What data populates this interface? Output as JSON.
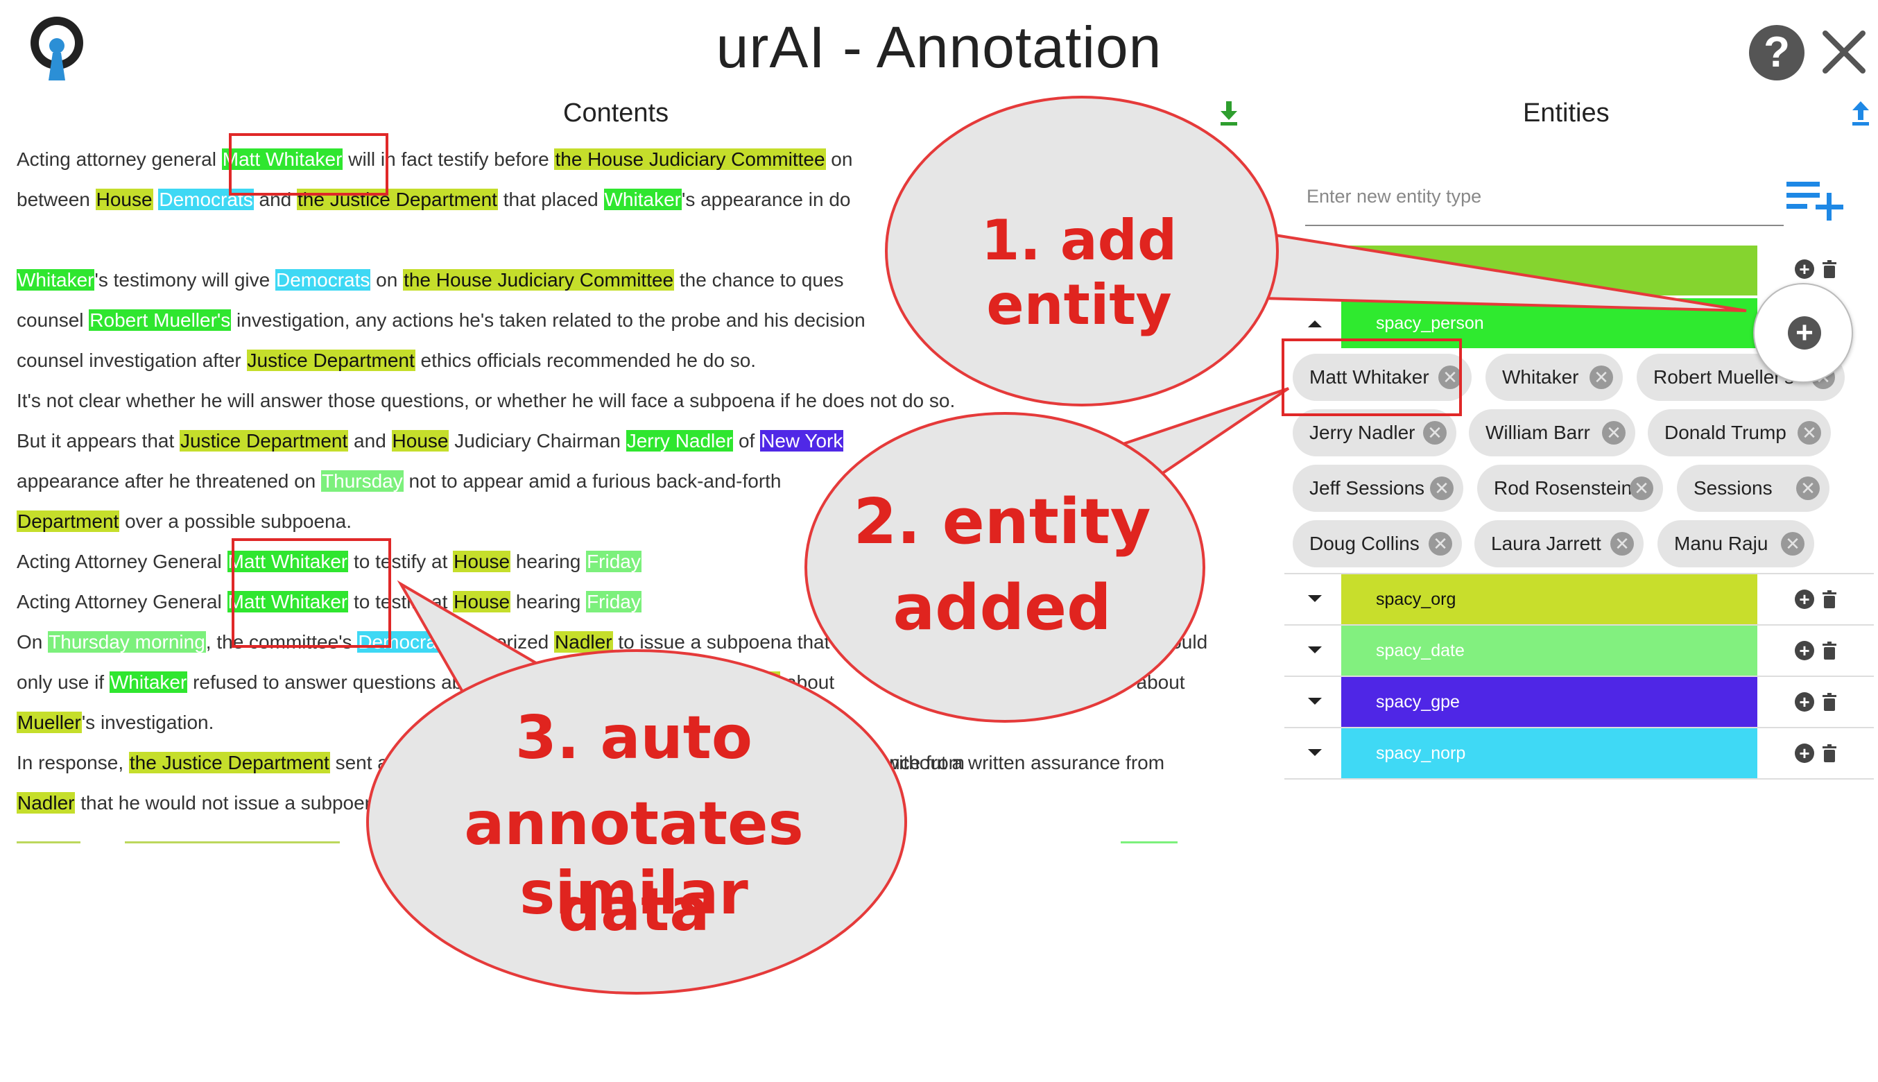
{
  "header": {
    "title": "urAI - Annotation"
  },
  "panels": {
    "contents_title": "Contents",
    "entities_title": "Entities"
  },
  "entity_input": {
    "placeholder": "Enter new entity type",
    "value": ""
  },
  "document": {
    "lines": [
      [
        [
          "Acting attorney general ",
          null
        ],
        [
          "Matt Whitaker",
          "per"
        ],
        [
          " will in fact testify before ",
          null
        ],
        [
          "the House Judiciary Committee",
          "org"
        ],
        [
          " on ",
          null
        ]
      ],
      [
        [
          "between ",
          null
        ],
        [
          "House",
          "org"
        ],
        [
          " ",
          null
        ],
        [
          "Democrats",
          "norp"
        ],
        [
          " and ",
          null
        ],
        [
          "the Justice Department",
          "org"
        ],
        [
          " that placed ",
          null
        ],
        [
          "Whitaker",
          "per"
        ],
        [
          "'s appearance in do",
          null
        ]
      ],
      [],
      [
        [
          "Whitaker",
          "per"
        ],
        [
          "'s testimony will give ",
          null
        ],
        [
          "Democrats",
          "norp"
        ],
        [
          " on ",
          null
        ],
        [
          "the House Judiciary Committee",
          "org"
        ],
        [
          " the chance to ques",
          null
        ]
      ],
      [
        [
          "counsel ",
          null
        ],
        [
          "Robert Mueller's",
          "per"
        ],
        [
          " investigation, any actions he's taken related to the probe and his decision",
          null
        ]
      ],
      [
        [
          "counsel investigation after ",
          null
        ],
        [
          "Justice Department",
          "org"
        ],
        [
          " ethics officials recommended he do so.",
          null
        ]
      ],
      [
        [
          "It's not clear whether he will answer those questions, or whether he will face a subpoena if he does not do so.",
          null
        ]
      ],
      [
        [
          "But it appears that ",
          null
        ],
        [
          "Justice Department",
          "org"
        ],
        [
          " and ",
          null
        ],
        [
          "House",
          "org"
        ],
        [
          " Judiciary Chairman ",
          null
        ],
        [
          "Jerry Nadler",
          "per"
        ],
        [
          " of ",
          null
        ],
        [
          "New York",
          "gpe"
        ]
      ],
      [
        [
          "appearance after he threatened on ",
          null
        ],
        [
          "Thursday",
          "date"
        ],
        [
          " not to appear amid a furious back-and-forth",
          null
        ]
      ],
      [
        [
          "Department",
          "org"
        ],
        [
          " over a possible subpoena.",
          null
        ]
      ],
      [
        [
          "Acting Attorney General ",
          null
        ],
        [
          "Matt Whitaker",
          "per"
        ],
        [
          " to testify at ",
          null
        ],
        [
          "House",
          "org"
        ],
        [
          " hearing ",
          null
        ],
        [
          "Friday",
          "date"
        ]
      ],
      [
        [
          "Acting Attorney General ",
          null
        ],
        [
          "Matt Whitaker",
          "per"
        ],
        [
          " to testify at ",
          null
        ],
        [
          "House",
          "org"
        ],
        [
          " hearing ",
          null
        ],
        [
          "Friday",
          "date"
        ]
      ],
      [
        [
          "On ",
          null
        ],
        [
          "Thursday morning",
          "date"
        ],
        [
          ", the committee's ",
          null
        ],
        [
          "Democrats",
          "norp"
        ],
        [
          " authorized ",
          null
        ],
        [
          "Nadler",
          "org"
        ],
        [
          " to issue a subpoena that he said he would",
          null
        ]
      ],
      [
        [
          "only use if ",
          null
        ],
        [
          "Whitaker",
          "per"
        ],
        [
          " refused to answer questions about his conversations with the ",
          null
        ],
        [
          "House",
          "org"
        ],
        [
          " about",
          null
        ]
      ],
      [
        [
          "Mueller",
          "org"
        ],
        [
          "'s investigation.",
          null
        ]
      ],
      [
        [
          "In response, ",
          null
        ],
        [
          "the Justice Department",
          "org"
        ],
        [
          " sent a letter saying he would not appear without a written assurance from",
          null
        ]
      ],
      [
        [
          "Nadler",
          "org"
        ],
        [
          " that he would not issue a subpoena.",
          null
        ]
      ]
    ],
    "right_fragments": [
      {
        "line": 0,
        "text": ""
      },
      {
        "line": 12,
        "text": "would"
      },
      {
        "line": 13,
        "text": "ouse about"
      },
      {
        "line": 15,
        "text": "without a written assurance from"
      }
    ]
  },
  "entity_types": [
    {
      "label": "",
      "color": "#85d42f",
      "expanded": false
    },
    {
      "label": "spacy_person",
      "color": "#2fea2f",
      "expanded": true,
      "chips": [
        "Matt Whitaker",
        "Whitaker",
        "Robert Mueller's",
        "Jerry Nadler",
        "William Barr",
        "Donald Trump",
        "Jeff Sessions",
        "Rod Rosenstein",
        "Sessions",
        "Doug Collins",
        "Laura Jarrett",
        "Manu Raju"
      ]
    },
    {
      "label": "spacy_org",
      "color": "#c8de2c",
      "expanded": false
    },
    {
      "label": "spacy_date",
      "color": "#82f07f",
      "expanded": false
    },
    {
      "label": "spacy_gpe",
      "color": "#4f26e6",
      "expanded": false
    },
    {
      "label": "spacy_norp",
      "color": "#3fd9f5",
      "expanded": false
    }
  ],
  "annotations": {
    "step1": "1. add entity",
    "step2_line1": "2. entity",
    "step2_line2": "added",
    "step3_line1": "3. auto",
    "step3_line2": "annotates similar",
    "step3_line3": "data"
  },
  "colors": {
    "accent_blue": "#1e88e5",
    "accent_green": "#2e9e2e",
    "annotation_red": "#e0241f"
  },
  "icons": [
    "logo-icon",
    "help-icon",
    "close-icon",
    "download-icon",
    "upload-icon",
    "add-entity-type-icon",
    "add-circle-icon",
    "trash-icon",
    "caret-icon",
    "chip-remove-icon"
  ]
}
